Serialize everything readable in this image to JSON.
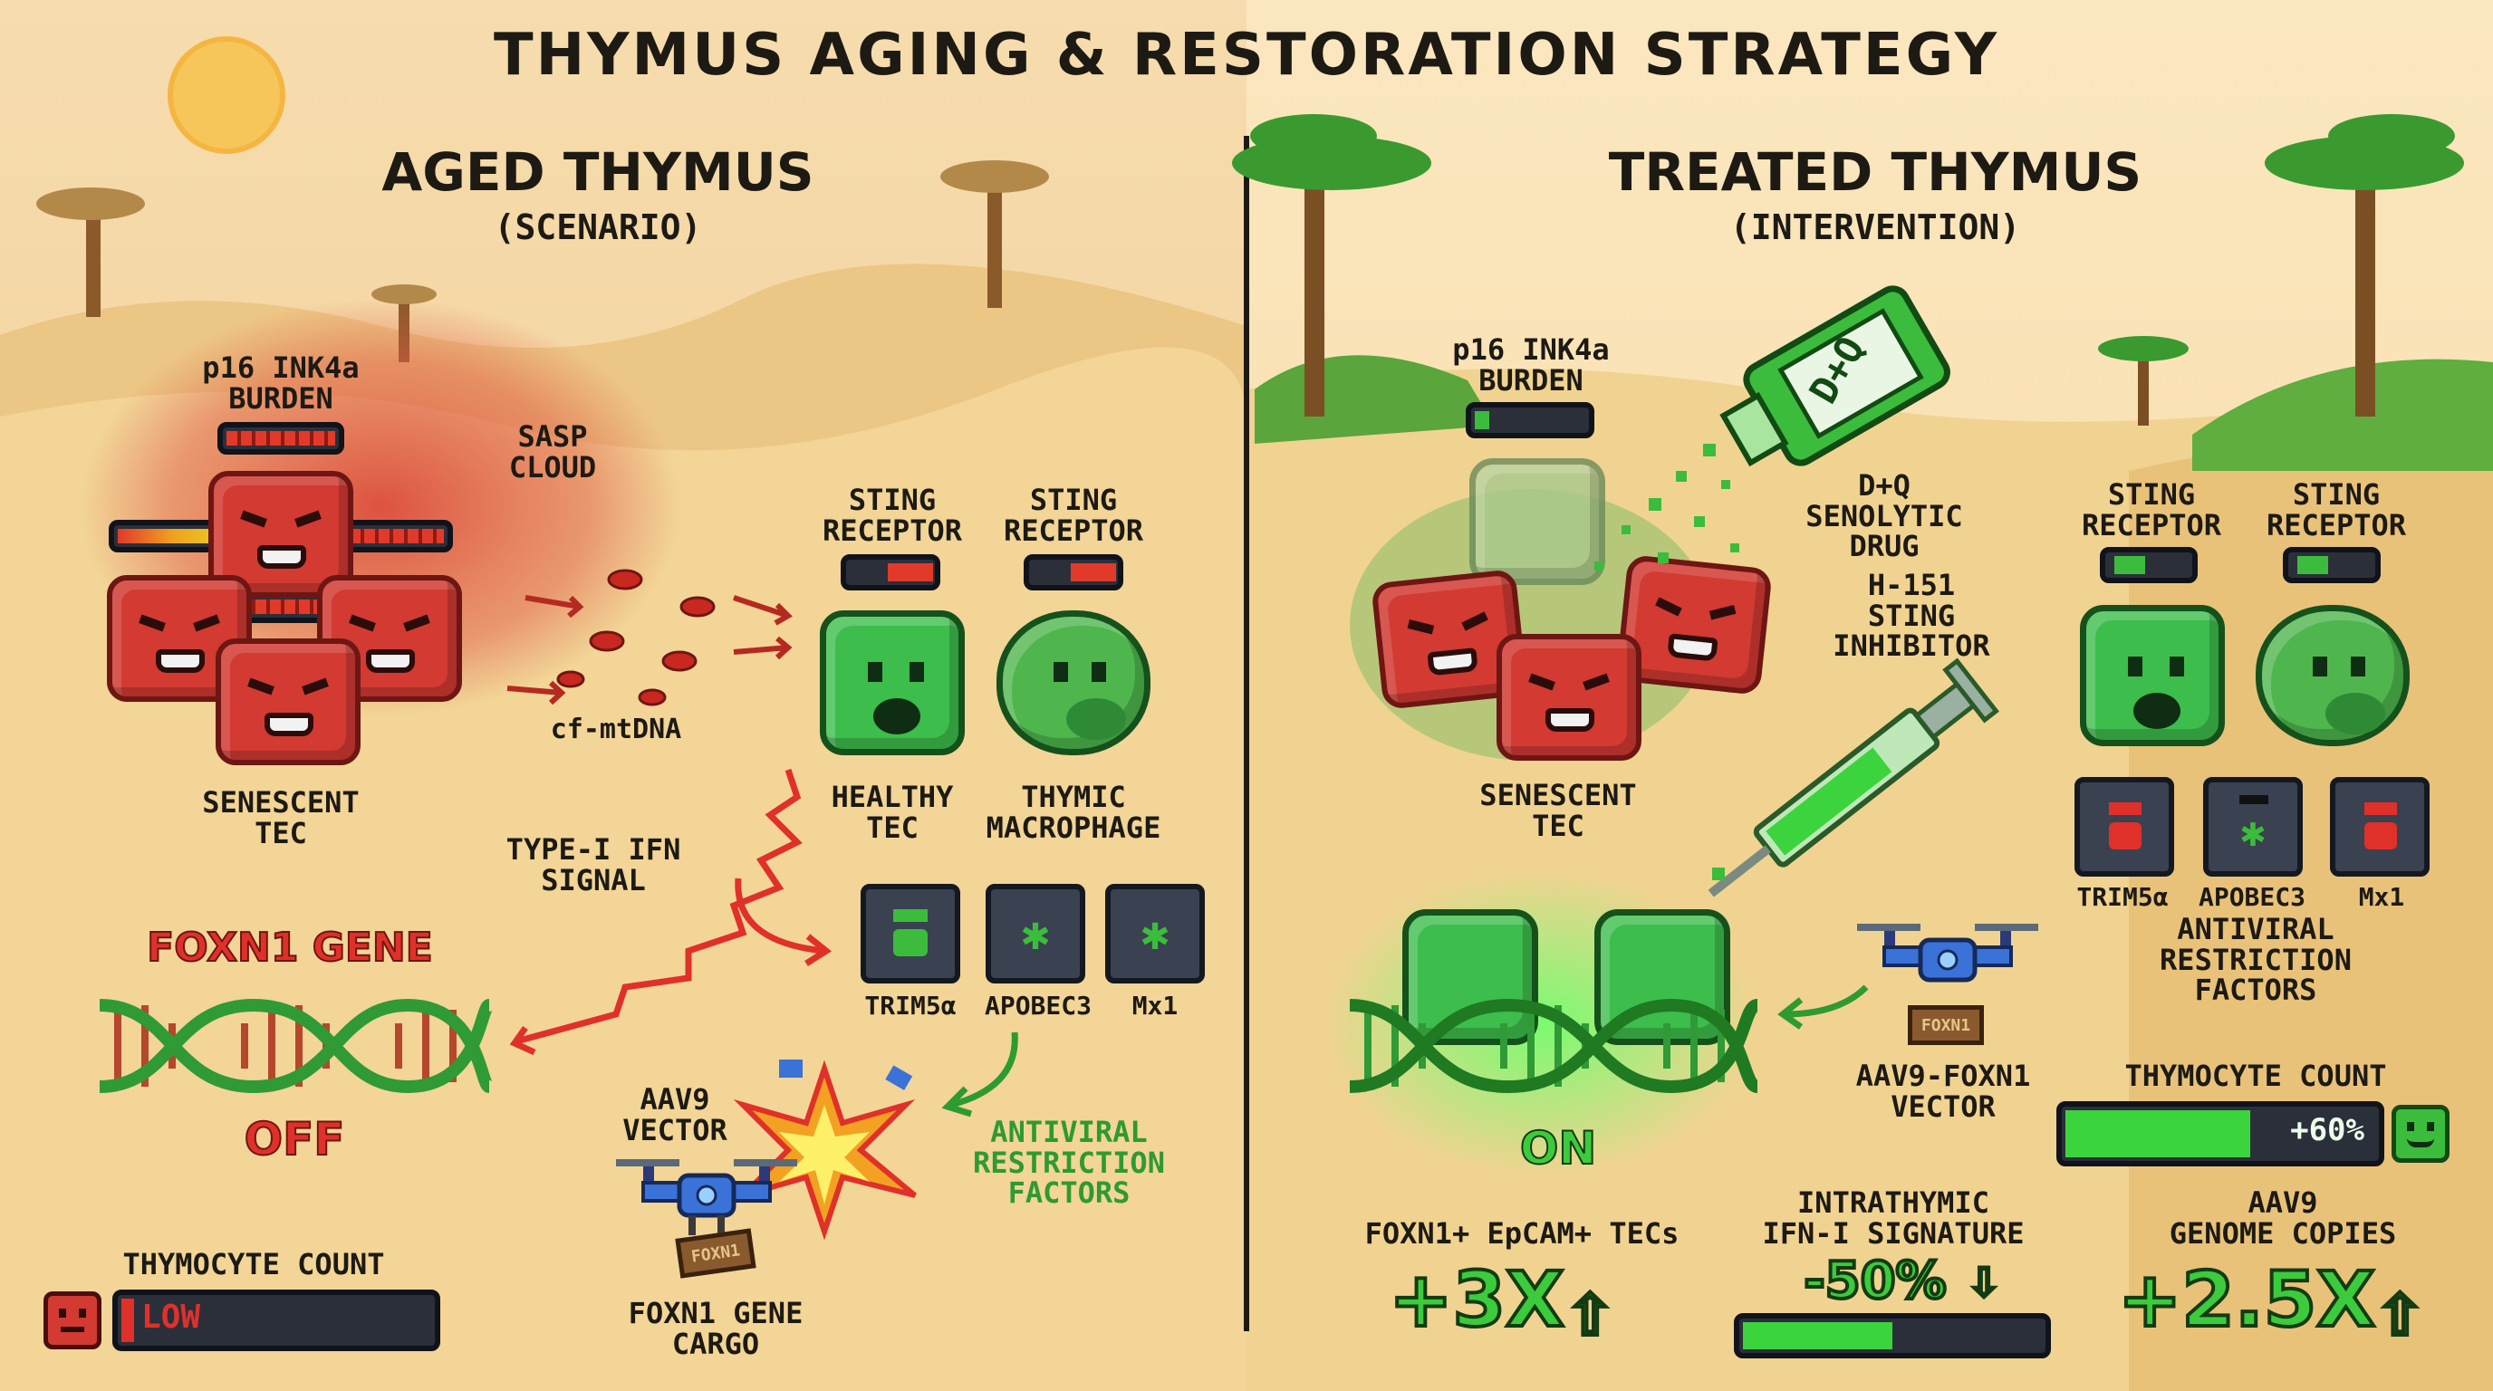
{
  "title": "THYMUS AGING & RESTORATION STRATEGY",
  "left": {
    "heading": "AGED THYMUS",
    "subheading": "(SCENARIO)",
    "p16_label": "p16 INK4a\nBURDEN",
    "sasp_label": "SASP\nCLOUD",
    "senescent_label": "SENESCENT\nTEC",
    "cf_mtdna_label": "cf-mtDNA",
    "sting_label_1": "STING\nRECEPTOR",
    "sting_label_2": "STING\nRECEPTOR",
    "healthy_tec_label": "HEALTHY\nTEC",
    "macrophage_label": "THYMIC\nMACROPHAGE",
    "ifn_label": "TYPE-I IFN\nSIGNAL",
    "foxn1_gene_label": "FOXN1 GENE",
    "foxn1_state": "OFF",
    "restriction_factors": [
      "TRIM5α",
      "APOBEC3",
      "Mx1"
    ],
    "antiviral_label": "ANTIVIRAL\nRESTRICTION\nFACTORS",
    "aav9_label": "AAV9\nVECTOR",
    "cargo_label": "FOXN1 GENE\nCARGO",
    "cargo_tag": "FOXN1",
    "thymocyte_label": "THYMOCYTE COUNT",
    "thymocyte_value": "LOW"
  },
  "right": {
    "heading": "TREATED THYMUS",
    "subheading": "(INTERVENTION)",
    "p16_label": "p16 INK4a\nBURDEN",
    "drug_bottle_text": "D+Q",
    "drug_label": "D+Q\nSENOLYTIC\nDRUG",
    "sting_inhibitor_label": "H-151\nSTING\nINHIBITOR",
    "senescent_label": "SENESCENT\nTEC",
    "sting_label_1": "STING\nRECEPTOR",
    "sting_label_2": "STING\nRECEPTOR",
    "restriction_factors": [
      "TRIM5α",
      "APOBEC3",
      "Mx1"
    ],
    "antiviral_label": "ANTIVIRAL\nRESTRICTION\nFACTORS",
    "foxn1_state": "ON",
    "aav9_label": "AAV9-FOXN1\nVECTOR",
    "cargo_tag": "FOXN1",
    "thymocyte_label": "THYMOCYTE COUNT",
    "thymocyte_value": "+60%",
    "thymocyte_fraction": 0.6,
    "metrics": {
      "tecs_label": "FOXN1+ EpCAM+ TECs",
      "tecs_value": "+3X",
      "ifn_label": "INTRATHYMIC\nIFN-I SIGNATURE",
      "ifn_value": "-50%",
      "ifn_fraction": 0.5,
      "genome_label": "AAV9\nGENOME COPIES",
      "genome_value": "+2.5X"
    }
  },
  "colors": {
    "sand": "#f3d9a0",
    "red": "#d23a32",
    "green": "#3dbd4c",
    "dark": "#1d1a14"
  }
}
